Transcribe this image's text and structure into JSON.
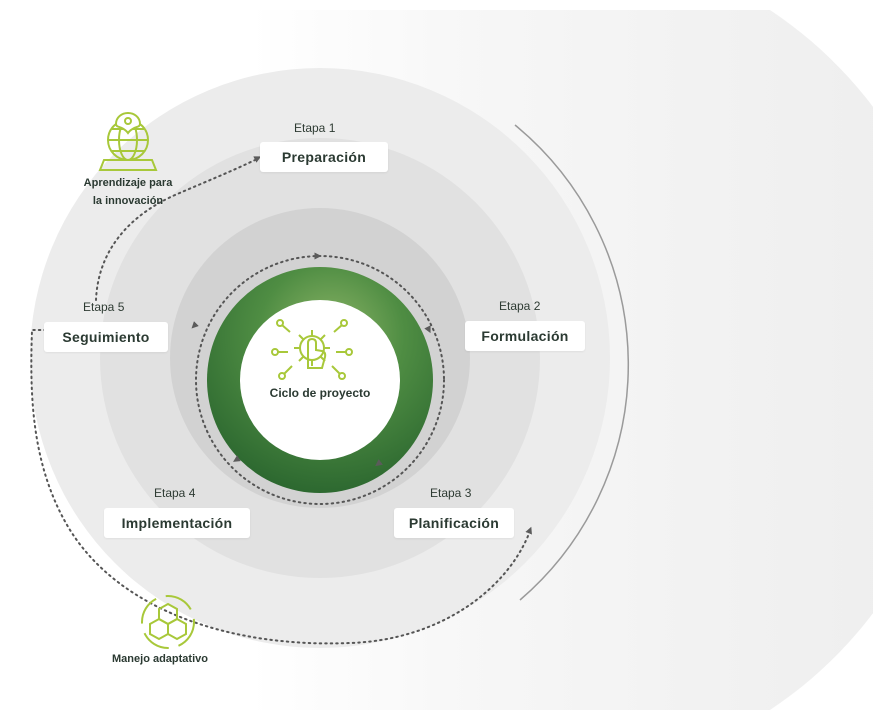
{
  "center": {
    "title": "Ciclo de proyecto"
  },
  "stages": [
    {
      "label": "Etapa 1",
      "name": "Preparación"
    },
    {
      "label": "Etapa 2",
      "name": "Formulación"
    },
    {
      "label": "Etapa 3",
      "name": "Planificación"
    },
    {
      "label": "Etapa 4",
      "name": "Implementación"
    },
    {
      "label": "Etapa 5",
      "name": "Seguimiento"
    }
  ],
  "side_items": [
    {
      "text_line1": "Aprendizaje para",
      "text_line2": "la innovación",
      "icon": "globe-computer-icon"
    },
    {
      "text_line1": "Manejo adaptativo",
      "icon": "hexagon-cycle-icon"
    }
  ],
  "colors": {
    "accent": "#a8c83a",
    "text": "#2b3a32",
    "green_ring": "#3e7a3a"
  }
}
